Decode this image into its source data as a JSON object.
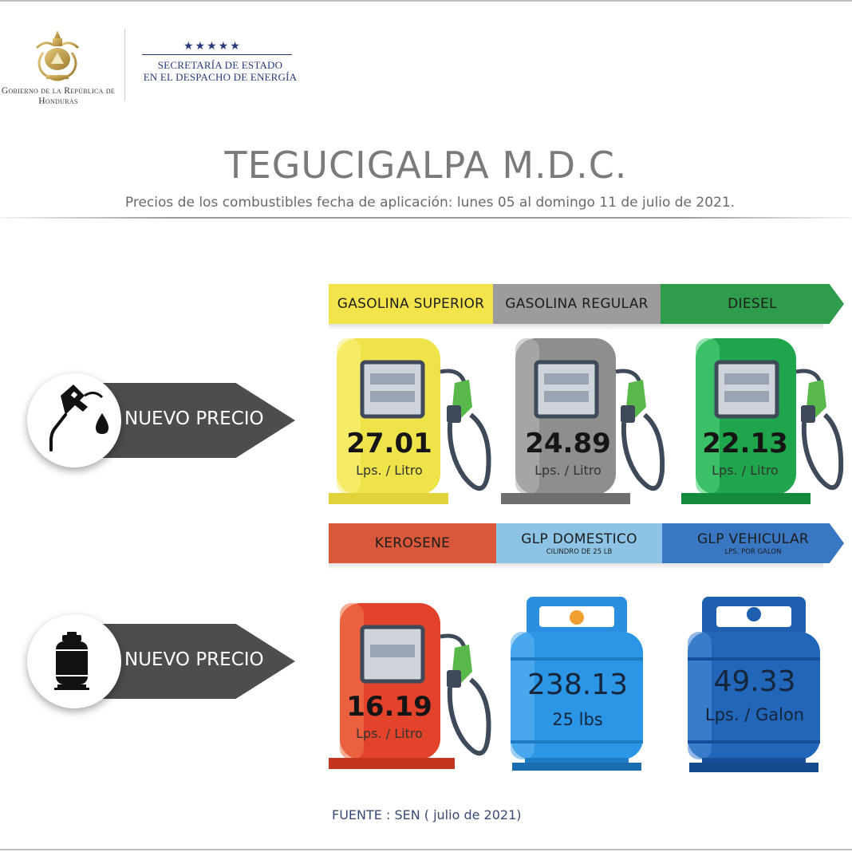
{
  "header": {
    "government": "Gobierno de la República de Honduras",
    "ministry_line1": "SECRETARÍA DE ESTADO",
    "ministry_line2": "EN EL DESPACHO DE ENERGÍA",
    "stars": "★★★★★",
    "logo_icon": "honduras-coat-of-arms"
  },
  "title": "TEGUCIGALPA M.D.C.",
  "subtitle": "Precios de los combustibles fecha de aplicación:  lunes 05 al domingo 11 de julio de 2021.",
  "badges": [
    {
      "label": "NUEVO PRECIO",
      "icon": "fuel-nozzle-icon"
    },
    {
      "label": "NUEVO PRECIO",
      "icon": "gas-cylinder-icon"
    }
  ],
  "fuels": [
    {
      "name": "GASOLINA SUPERIOR",
      "price": "27.01",
      "unit": "Lps. / Litro",
      "color": "#f2e44a"
    },
    {
      "name": "GASOLINA REGULAR",
      "price": "24.89",
      "unit": "Lps. / Litro",
      "color": "#9c9c9c"
    },
    {
      "name": "DIESEL",
      "price": "22.13",
      "unit": "Lps. / Litro",
      "color": "#2e9c4a"
    },
    {
      "name": "KEROSENE",
      "price": "16.19",
      "unit": "Lps. / Litro",
      "color": "#d9573a"
    },
    {
      "name": "GLP DOMESTICO",
      "note": "CILINDRO DE 25 LB",
      "price": "238.13",
      "unit": "25 lbs",
      "color": "#8dc3e4"
    },
    {
      "name": "GLP VEHICULAR",
      "note": "LPS. POR GALON",
      "price": "49.33",
      "unit": "Lps. / Galon",
      "color": "#3a77c3"
    }
  ],
  "footer": "FUENTE : SEN ( julio de 2021)"
}
